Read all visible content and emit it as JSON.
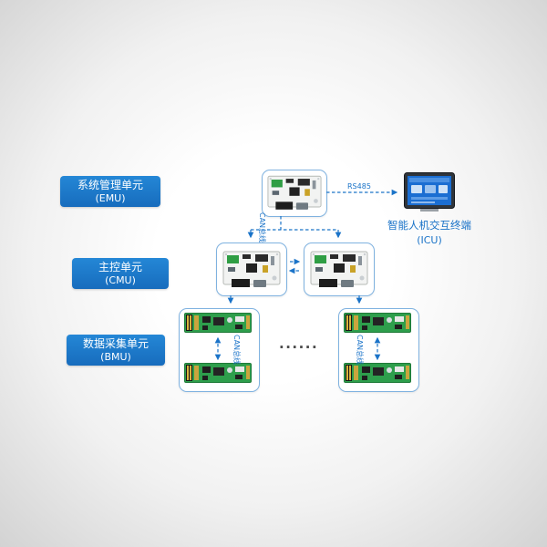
{
  "diagram": {
    "side_labels": [
      {
        "id": "emu",
        "title": "系统管理单元",
        "abbr": "(EMU)"
      },
      {
        "id": "cmu",
        "title": "主控单元",
        "abbr": "(CMU)"
      },
      {
        "id": "bmu",
        "title": "数据采集单元",
        "abbr": "(BMU)"
      }
    ],
    "icu_label": {
      "title": "智能人机交互终端",
      "abbr": "(ICU)"
    },
    "bus_labels": {
      "rs485": "RS485",
      "can_trunk": "CAN总线",
      "can_group_left": "CAN总线",
      "can_group_right": "CAN总线"
    },
    "ellipsis": "......",
    "colors": {
      "label_bg": "#1a78cc",
      "accent_blue": "#1a73c8",
      "box_border": "#7fb2e0",
      "pcb_green": "#2e9e4c",
      "pcb_white": "#f2f3f2"
    }
  }
}
